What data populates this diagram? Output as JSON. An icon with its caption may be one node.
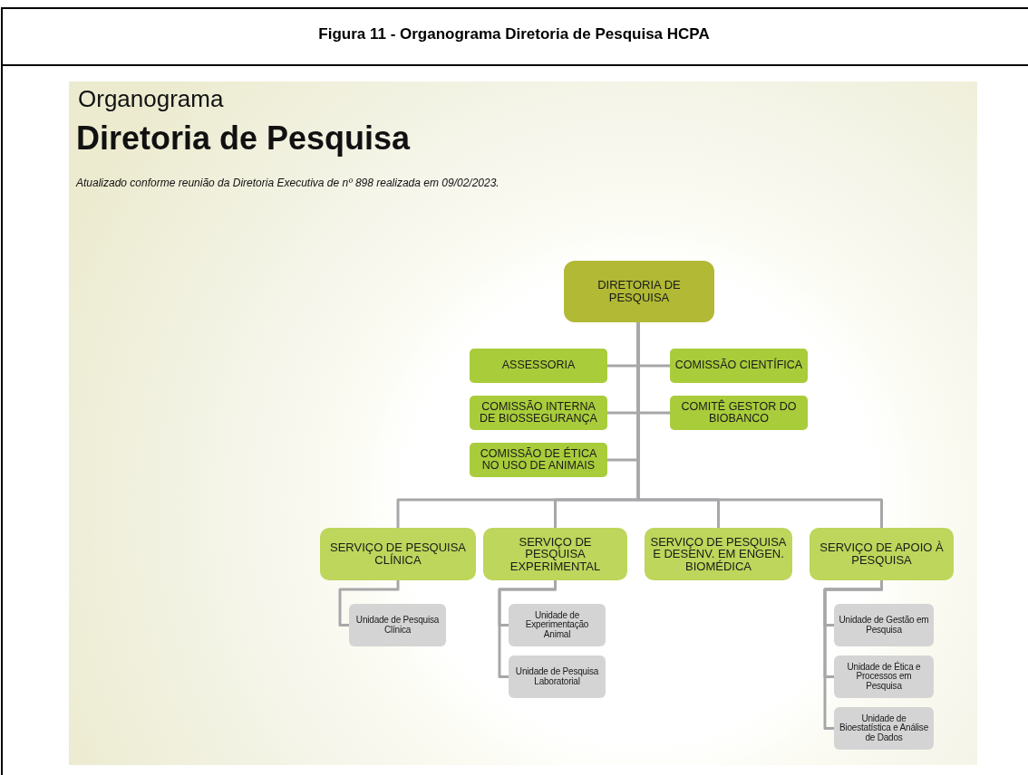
{
  "diagram": {
    "title": "Figura 11 - Organograma Diretoria de Pesquisa HCPA",
    "nodes": [
      {
        "text": [
          "DIRETORIA DE PESQUISA"
        ]
      },
      {
        "text": [
          "ASSESSORIA"
        ]
      },
      {
        "text": [
          "COMISSÃO CIENTÍFICA"
        ]
      },
      {
        "text": [
          "COMISSÃO INTERNA DE BIOSSEGURANÇA"
        ]
      },
      {
        "text": [
          "COMITÊ GESTOR DO BIOBANCO"
        ]
      },
      {
        "text": [
          "COMISSÃO DE ÉTICA NO USO DE ANIMAIS"
        ]
      },
      {
        "text": [
          "SERVIÇO DE PESQUISA CLÍNICA"
        ]
      },
      {
        "text": [
          "SERVIÇO DE PESQUISA EXPERIMENTAL"
        ]
      },
      {
        "text": [
          "SERVIÇO DE PESQUISA E DESENV. EM ENGEN. BIOMÉDICA"
        ]
      },
      {
        "text": [
          "SERVIÇO DE APOIO À PESQUISA"
        ]
      },
      {
        "text": [
          "Unidade de Pesquisa Clínica"
        ]
      },
      {
        "text": [
          "Unidade de Experimentação Animal"
        ]
      },
      {
        "text": [
          "Unidade de Pesquisa Laboratorial"
        ]
      },
      {
        "text": [
          "Unidade de Gestão em Pesquisa"
        ]
      },
      {
        "text": [
          "Unidade de Ética e Processos em Pesquisa"
        ]
      },
      {
        "text": [
          "Unidade de Bioestatística e Análise de Dados"
        ]
      }
    ],
    "edges": [
      {
        "from": 0,
        "to": 1,
        "arrow": "none"
      },
      {
        "from": 0,
        "to": 2,
        "arrow": "none"
      },
      {
        "from": 0,
        "to": 3,
        "arrow": "none"
      },
      {
        "from": 0,
        "to": 4,
        "arrow": "none"
      },
      {
        "from": 0,
        "to": 5,
        "arrow": "none"
      },
      {
        "from": 0,
        "to": 6,
        "arrow": "none"
      },
      {
        "from": 0,
        "to": 7,
        "arrow": "none"
      },
      {
        "from": 0,
        "to": 8,
        "arrow": "none"
      },
      {
        "from": 0,
        "to": 9,
        "arrow": "none"
      },
      {
        "from": 6,
        "to": 10,
        "arrow": "none"
      },
      {
        "from": 7,
        "to": 11,
        "arrow": "none"
      },
      {
        "from": 7,
        "to": 12,
        "arrow": "none"
      },
      {
        "from": 9,
        "to": 13,
        "arrow": "none"
      },
      {
        "from": 9,
        "to": 14,
        "arrow": "none"
      },
      {
        "from": 9,
        "to": 15,
        "arrow": "none"
      }
    ],
    "labels": [
      "Organograma",
      "Diretoria de Pesquisa",
      "Atualizado conforme reunião da Diretoria Executiva de nº 898 realizada em 09/02/2023."
    ]
  }
}
